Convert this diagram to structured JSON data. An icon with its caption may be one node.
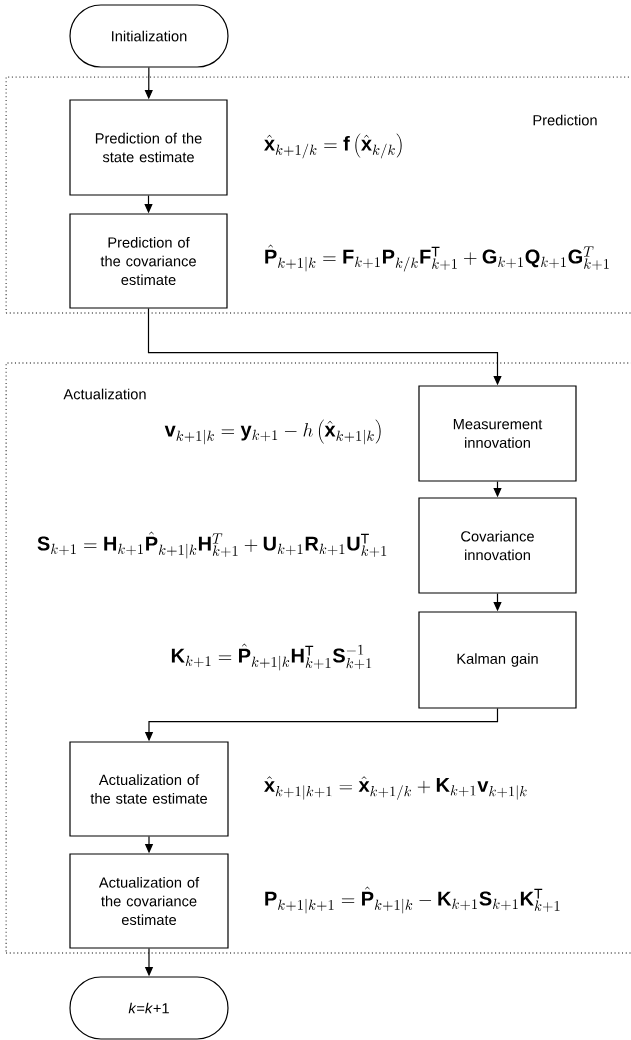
{
  "diagram": {
    "nodes": [
      {
        "text": [
          "Initialization"
        ]
      },
      {
        "text": [
          "Prediction"
        ]
      },
      {
        "text": [
          "Prediction of the state estimate"
        ],
        "in": 1,
        "beside": [
          "\\hat{\\mathbf{x}}_{k+1/k} = \\mathbf{f}\\left(\\hat{\\mathbf{x}}_{k/k}\\right)"
        ]
      },
      {
        "text": [
          "Prediction of the covariance estimate"
        ],
        "in": 1,
        "beside": [
          "\\hat{\\mathbf{P}}_{k+1|k} = \\mathbf{F}_{k+1}\\mathbf{P}_{k/k}\\mathbf{F}_{k+1}^{\\mathrm{T}} + \\mathbf{G}_{k+1}\\mathbf{Q}_{k+1}\\mathbf{G}_{k+1}^{T}"
        ]
      },
      {
        "text": [
          "Actualization"
        ]
      },
      {
        "text": [
          "Measurement innovation"
        ],
        "in": 4,
        "beside": [
          "\\mathbf{v}_{k+1|k} = \\mathbf{y}_{k+1} - h\\left(\\hat{\\mathbf{x}}_{k+1|k}\\right)"
        ]
      },
      {
        "text": [
          "Covariance innovation"
        ],
        "in": 4,
        "beside": [
          "\\mathbf{S}_{k+1} = \\mathbf{H}_{k+1}\\hat{\\mathbf{P}}_{k+1|k}\\mathbf{H}_{k+1}^{T} + \\mathbf{U}_{k+1}\\mathbf{R}_{k+1}\\mathbf{U}_{k+1}^{\\mathrm{T}}"
        ]
      },
      {
        "text": [
          "Kalman gain"
        ],
        "in": 4,
        "beside": [
          "\\mathbf{K}_{k+1} = \\hat{\\mathbf{P}}_{k+1|k}\\mathbf{H}_{k+1}^{\\mathrm{T}}\\mathbf{S}_{k+1}^{-1}"
        ]
      },
      {
        "text": [
          "Actualization of the state estimate"
        ],
        "in": 4,
        "beside": [
          "\\hat{\\mathbf{x}}_{k+1|k+1} = \\hat{\\mathbf{x}}_{k+1/k} + \\mathbf{K}_{k+1}\\mathbf{v}_{k+1|k}"
        ]
      },
      {
        "text": [
          "Actualization of the covariance estimate"
        ],
        "in": 4,
        "beside": [
          "\\mathbf{P}_{k+1|k+1} = \\hat{\\mathbf{P}}_{k+1|k} - \\mathbf{K}_{k+1}\\mathbf{S}_{k+1}\\mathbf{K}_{k+1}^{\\mathrm{T}}"
        ]
      },
      {
        "text": [
          "*k*=*k*+1"
        ]
      }
    ],
    "edges": [
      {
        "from": 0,
        "to": 2,
        "arrow": "to"
      },
      {
        "from": 2,
        "to": 3,
        "arrow": "to"
      },
      {
        "from": 3,
        "to": 5,
        "arrow": "to"
      },
      {
        "from": 5,
        "to": 6,
        "arrow": "to"
      },
      {
        "from": 6,
        "to": 7,
        "arrow": "to"
      },
      {
        "from": 7,
        "to": 8,
        "arrow": "to"
      },
      {
        "from": 8,
        "to": 9,
        "arrow": "to"
      },
      {
        "from": 9,
        "to": 10,
        "arrow": "to"
      }
    ]
  }
}
